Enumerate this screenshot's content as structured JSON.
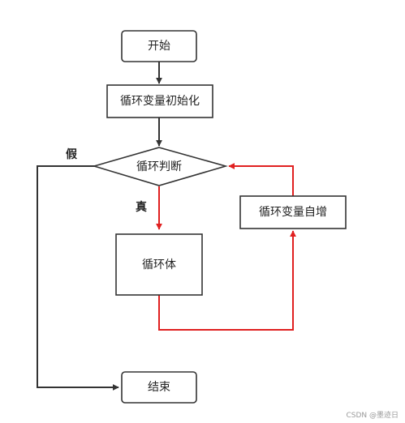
{
  "nodes": {
    "start": "开始",
    "init": "循环变量初始化",
    "condition": "循环判断",
    "body": "循环体",
    "increment": "循环变量自增",
    "end": "结束"
  },
  "labels": {
    "true": "真",
    "false": "假"
  },
  "watermark": "CSDN @墨迹日",
  "colors": {
    "line": "#333333",
    "loop": "#e02020",
    "node_border": "#333333",
    "node_fill": "#ffffff"
  }
}
